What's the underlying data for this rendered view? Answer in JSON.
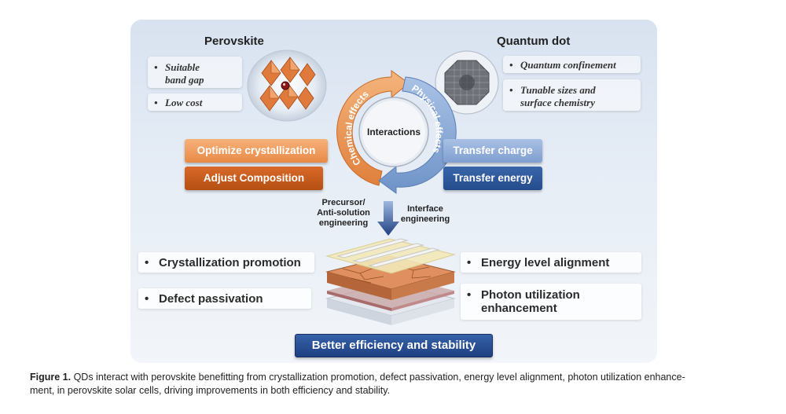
{
  "titles": {
    "perovskite": "Perovskite",
    "quantum_dot": "Quantum dot"
  },
  "perovskite_props": [
    {
      "bullet": "•",
      "lines": [
        "Suitable",
        "band gap"
      ]
    },
    {
      "bullet": "•",
      "lines": [
        "Low cost"
      ]
    }
  ],
  "qd_props": [
    {
      "bullet": "•",
      "lines": [
        "Quantum confinement"
      ]
    },
    {
      "bullet": "•",
      "lines": [
        "Tunable sizes and",
        "surface chemistry"
      ]
    }
  ],
  "cycle": {
    "center": "Interactions",
    "left_arc": "Chemical effects",
    "right_arc": "Physical effects"
  },
  "left_actions": [
    "Optimize crystallization",
    "Adjust Composition"
  ],
  "right_actions": [
    "Transfer charge",
    "Transfer energy"
  ],
  "engineering": {
    "left": [
      "Precursor/",
      "Anti-solution",
      "engineering"
    ],
    "right": [
      "Interface",
      "engineering"
    ]
  },
  "outcomes_left": [
    {
      "bullet": "•",
      "label": "Crystallization promotion"
    },
    {
      "bullet": "•",
      "label": "Defect passivation"
    }
  ],
  "outcomes_right": [
    {
      "bullet": "•",
      "label": "Energy level alignment"
    },
    {
      "bullet": "•",
      "lines": [
        "Photon utilization",
        "enhancement"
      ]
    }
  ],
  "result": "Better efficiency and stability",
  "caption": {
    "label": "Figure 1.",
    "line1": " QDs interact with perovskite benefitting from crystallization promotion, defect passivation, energy level alignment, photon utilization enhance-",
    "line2": "ment, in perovskite solar cells, driving improvements in both efficiency and stability."
  },
  "colors": {
    "orange_light": "#f0a062",
    "orange_dark": "#c85a1a",
    "blue_light": "#8fb0dc",
    "blue_dark": "#2f5a9c",
    "navy": "#1f3f82",
    "panel": "#dde6f1"
  }
}
